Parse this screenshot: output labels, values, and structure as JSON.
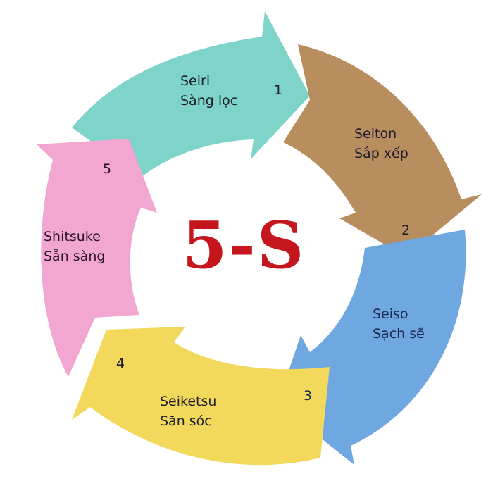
{
  "center": {
    "title": "5-S",
    "color": "#c4161c"
  },
  "steps": [
    {
      "number": "1",
      "term": "Seiri",
      "translation": "Sàng lọc",
      "color": "#7fd4c9"
    },
    {
      "number": "2",
      "term": "Seiton",
      "translation": "Sắp xếp",
      "color": "#b88e5f"
    },
    {
      "number": "3",
      "term": "Seiso",
      "translation": "Sạch sẽ",
      "color": "#6fa8e0"
    },
    {
      "number": "4",
      "term": "Seiketsu",
      "translation": "Săn sóc",
      "color": "#f2d95c"
    },
    {
      "number": "5",
      "term": "Shitsuke",
      "translation": "Sẵn sàng",
      "color": "#f2a7d0"
    }
  ]
}
